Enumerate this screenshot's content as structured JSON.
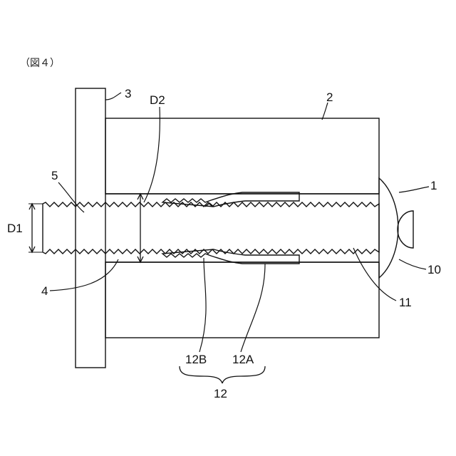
{
  "figure": {
    "caption": "（図４）"
  },
  "labels": {
    "plate": "3",
    "body": "2",
    "head": "1",
    "d2": "D2",
    "d1": "D1",
    "threaded_hole": "5",
    "shaft": "4",
    "recess": "10",
    "thread_end": "11",
    "sleeve_inner": "12B",
    "sleeve_outer": "12A",
    "sleeve_group": "12"
  }
}
